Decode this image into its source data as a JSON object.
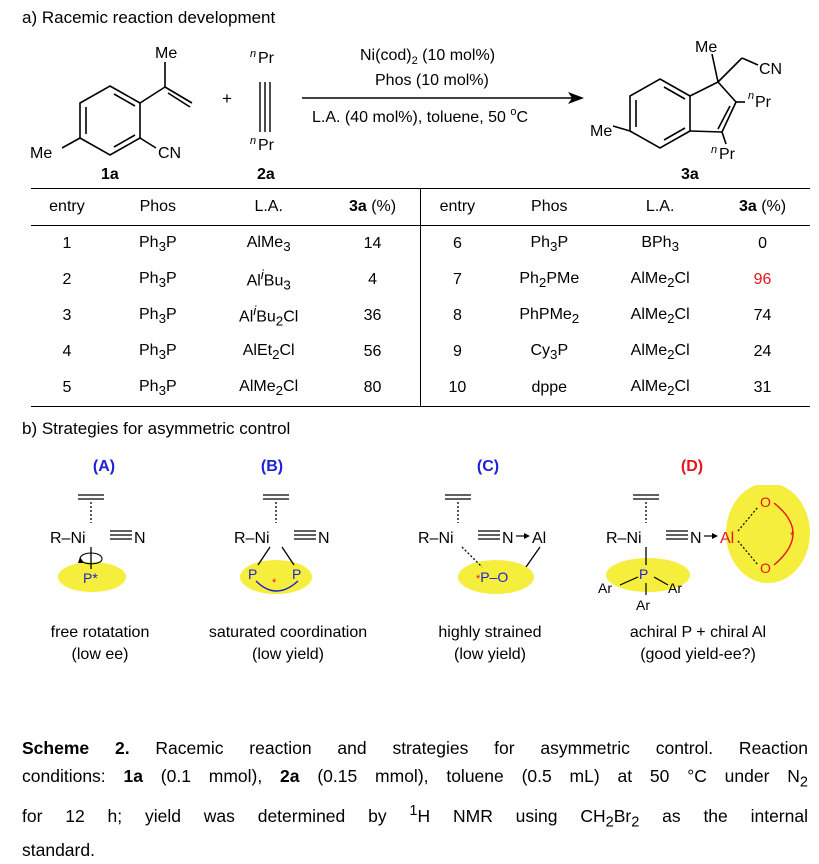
{
  "section_a": {
    "title": "a) Racemic reaction development"
  },
  "scheme": {
    "cpd_1a": {
      "label": "1a",
      "me_top": "Me",
      "me_left": "Me",
      "cn": "CN"
    },
    "cpd_2a": {
      "label": "2a",
      "pr_top": "Pr",
      "pr_bottom": "Pr",
      "n_sup": "n"
    },
    "plus": "+",
    "conditions": {
      "line1": "Ni(cod)",
      "line1_sub": "2",
      "line1_tail": " (10 mol%)",
      "line2": "Phos (10 mol%)",
      "line3": "L.A. (40 mol%), toluene, 50 ",
      "line3_unit": "C",
      "deg": "o"
    },
    "cpd_3a": {
      "label": "3a",
      "me_top": "Me",
      "me_left": "Me",
      "cn": "CN",
      "pr1": "Pr",
      "pr2": "Pr",
      "n_sup": "n"
    }
  },
  "table": {
    "headers": [
      "entry",
      "Phos",
      "L.A.",
      "3a (%)",
      "entry",
      "Phos",
      "L.A.",
      "3a (%)"
    ],
    "rows": [
      {
        "e1": "1",
        "p1": "Ph3P",
        "l1": "AlMe3",
        "y1": "14",
        "e2": "6",
        "p2": "Ph3P",
        "l2": "BPh3",
        "y2": "0"
      },
      {
        "e1": "2",
        "p1": "Ph3P",
        "l1": "AliBu3",
        "y1": "4",
        "e2": "7",
        "p2": "Ph2PMe",
        "l2": "AlMe2Cl",
        "y2": "96"
      },
      {
        "e1": "3",
        "p1": "Ph3P",
        "l1": "AliBu2Cl",
        "y1": "36",
        "e2": "8",
        "p2": "PhPMe2",
        "l2": "AlMe2Cl",
        "y2": "74"
      },
      {
        "e1": "4",
        "p1": "Ph3P",
        "l1": "AlEt2Cl",
        "y1": "56",
        "e2": "9",
        "p2": "Cy3P",
        "l2": "AlMe2Cl",
        "y2": "24"
      },
      {
        "e1": "5",
        "p1": "Ph3P",
        "l1": "AlMe2Cl",
        "y1": "80",
        "e2": "10",
        "p2": "dppe",
        "l2": "AlMe2Cl",
        "y2": "31"
      }
    ]
  },
  "section_b": {
    "title": "b) Strategies for asymmetric control"
  },
  "strategies": {
    "A": {
      "tag": "(A)",
      "line1": "free rotatation",
      "line2": "(low ee)"
    },
    "B": {
      "tag": "(B)",
      "line1": "saturated coordination",
      "line2": "(low yield)"
    },
    "C": {
      "tag": "(C)",
      "line1": "highly strained",
      "line2": "(low yield)"
    },
    "D": {
      "tag": "(D)",
      "line1": "achiral P + chiral Al",
      "line2": "(good yield-ee?)"
    }
  },
  "colors": {
    "blue": "#1f1fd6",
    "red": "#e8141b",
    "yellow": "#f5ee3c"
  },
  "caption": {
    "label": "Scheme 2.",
    "text": " Racemic reaction and strategies for asymmetric control. Reaction",
    "line2a": "conditions: ",
    "r1": "1a",
    "line2b": " (0.1 mmol), ",
    "r2": "2a",
    "line2c": " (0.15 mmol), toluene (0.5 mL) at 50 °C under N",
    "n2sub": "2",
    "line3a": "for 12 h; yield was determined by ",
    "h1sup": "1",
    "line3b": "H NMR using CH",
    "sub2a": "2",
    "line3c": "Br",
    "sub2b": "2",
    "line3d": " as the internal",
    "line4": "standard."
  }
}
